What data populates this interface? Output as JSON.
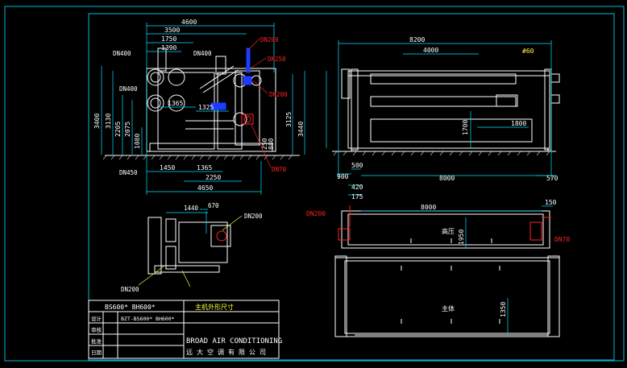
{
  "colors": {
    "background": "#000000",
    "frame": "#00bcd4",
    "linework": "#ffffff",
    "dimension": "#00e5ff",
    "annotation": "#ffff33",
    "red_callout": "#ff2020",
    "fill_blue": "#1e3cff"
  },
  "title_block": {
    "model_line": "BS600* BH600*",
    "drawing_title": "主机外形尺寸",
    "model_code": "BZT-BS600* BH600*",
    "company_en": "BROAD AIR CONDITIONING",
    "company_cn": "远大空调有限公司",
    "row_labels": [
      "设计",
      "审核",
      "批准",
      "日期"
    ]
  },
  "front_view": {
    "dims_top": [
      "4600",
      "3500",
      "1750",
      "1390",
      "1365",
      "1325"
    ],
    "dims_bottom": [
      "1450",
      "1365",
      "2250",
      "4650"
    ],
    "dims_left": [
      "3400",
      "3130",
      "2205",
      "2075",
      "1080"
    ],
    "dims_right": [
      "3440",
      "3125",
      "880",
      "250"
    ],
    "pipe_sizes": [
      "DN400",
      "DN400",
      "DN450",
      "DN200",
      "DN250",
      "DN200",
      "DN70"
    ],
    "red_callouts": [
      "DN200",
      "DN250",
      "DN200",
      "DN70"
    ]
  },
  "side_view": {
    "dims": [
      "8200",
      "4000",
      "#60",
      "1800",
      "1700",
      "500",
      "900",
      "8000",
      "570"
    ]
  },
  "top_view": {
    "dims": [
      "420",
      "175",
      "8000",
      "150",
      "1950",
      "1350"
    ],
    "pipe_sizes": [
      "DN200",
      "DN70"
    ],
    "section_labels": [
      "高压",
      "主体"
    ]
  },
  "detail_view": {
    "dims": [
      "1440",
      "670"
    ],
    "pipe_sizes": [
      "DN200",
      "DN200"
    ]
  }
}
